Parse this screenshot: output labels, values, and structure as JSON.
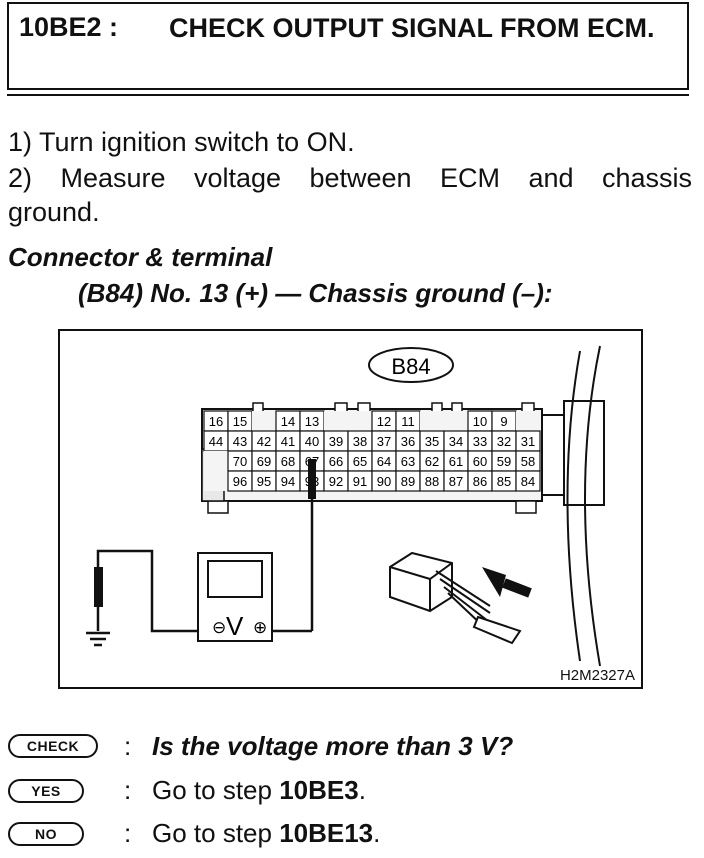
{
  "header": {
    "code": "10BE2 :",
    "title": "CHECK OUTPUT SIGNAL FROM ECM."
  },
  "steps": [
    "1)  Turn ignition switch to ON.",
    "2)  Measure voltage between ECM and chassis",
    "ground."
  ],
  "connector": {
    "heading": "Connector & terminal",
    "spec": "(B84) No. 13 (+) — Chassis ground (–):"
  },
  "figure": {
    "connector_label": "B84",
    "row1": [
      "16",
      "15",
      "",
      "14",
      "13",
      "",
      "",
      "12",
      "11",
      "",
      "",
      "10",
      "9",
      ""
    ],
    "row2": [
      "44",
      "43",
      "42",
      "41",
      "40",
      "39",
      "38",
      "37",
      "36",
      "35",
      "34",
      "33",
      "32",
      "31"
    ],
    "row3": [
      "",
      "70",
      "69",
      "68",
      "67",
      "66",
      "65",
      "64",
      "63",
      "62",
      "61",
      "60",
      "59",
      "58"
    ],
    "row4": [
      "",
      "96",
      "95",
      "94",
      "93",
      "92",
      "91",
      "90",
      "89",
      "88",
      "87",
      "86",
      "85",
      "84"
    ],
    "meter_minus": "⊖",
    "meter_v": "V",
    "meter_plus": "⊕",
    "code": "H2M2327A"
  },
  "check": {
    "check_label": "CHECK",
    "question": "Is the voltage more than 3 V?",
    "yes_label": "YES",
    "yes_text": "Go to step ",
    "yes_step": "10BE3",
    "no_label": "NO",
    "no_text": "Go to step ",
    "no_step": "10BE13",
    "colon": ":",
    "period": "."
  }
}
